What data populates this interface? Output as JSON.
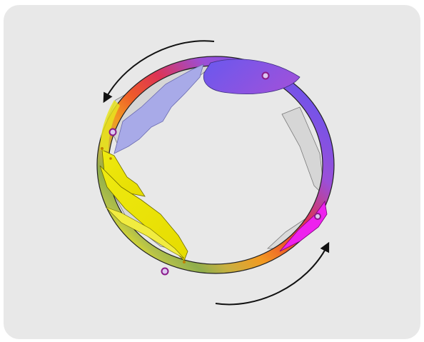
{
  "diagram": {
    "kind": "rotating-iris-ring-mechanism",
    "colors": {
      "panel_background": "#e8e8e8",
      "ring_gradient": [
        "#6655ee",
        "#9b4fd8",
        "#dd3355",
        "#ee5a2a",
        "#f29a22",
        "#c9b040",
        "#8fae4c",
        "#b6c24a",
        "#e8e420"
      ],
      "blade_yellow": "#ece400",
      "blade_lavender": "#a6a8e6",
      "blade_magenta": "#ee22ee",
      "gray_blade": "#d8d8d8",
      "pivot_fill": "#dcc8f0",
      "pivot_ring": "#8a1a8a",
      "arrow": "#111111"
    },
    "arrows": [
      {
        "name": "top-left-rotation-arrow",
        "direction": "counter-clockwise"
      },
      {
        "name": "bottom-right-rotation-arrow",
        "direction": "counter-clockwise"
      }
    ],
    "pivots": [
      "pivot-top-right",
      "pivot-left-upper",
      "pivot-bottom",
      "pivot-right-lower"
    ]
  }
}
